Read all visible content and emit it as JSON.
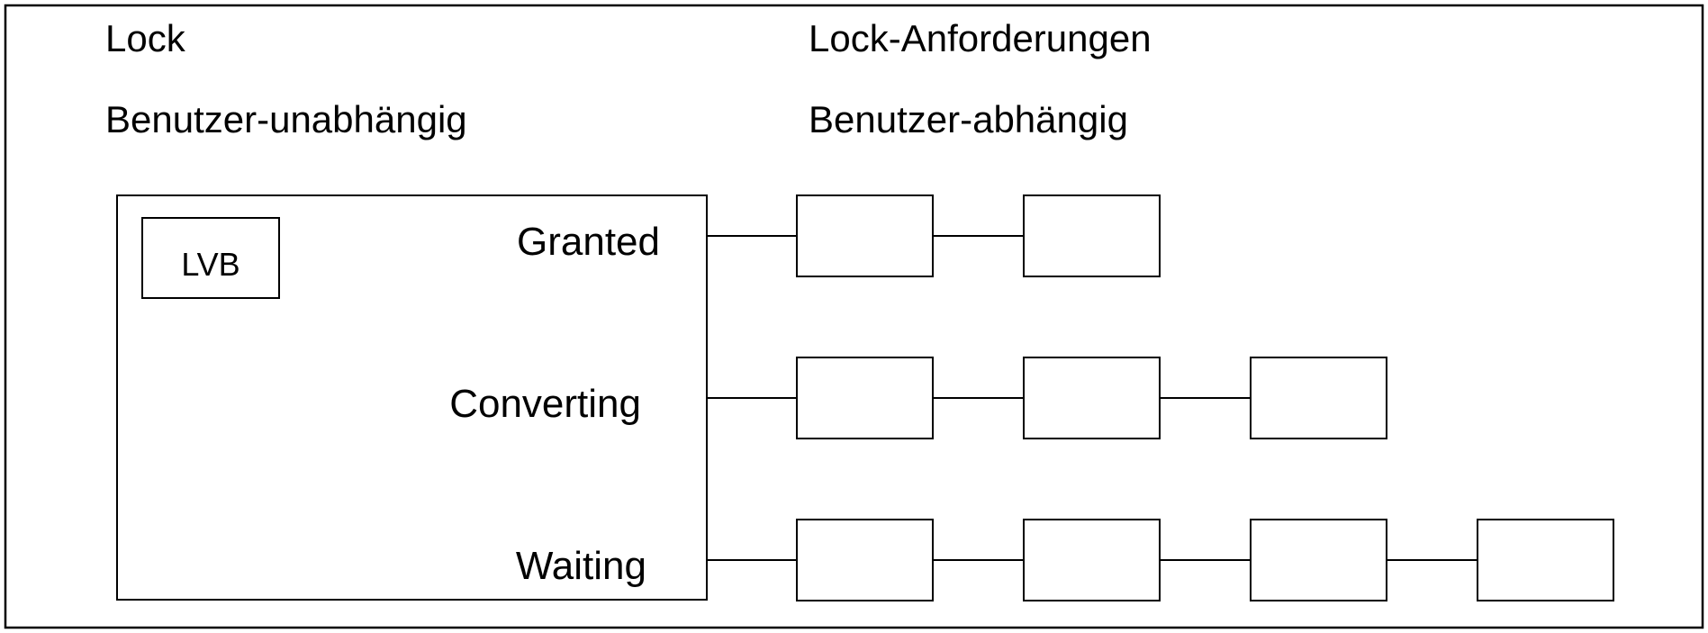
{
  "header": {
    "left_title": "Lock",
    "left_subtitle": "Benutzer-unabhängig",
    "right_title": "Lock-Anforderungen",
    "right_subtitle": "Benutzer-abhängig"
  },
  "lock": {
    "lvb_label": "LVB"
  },
  "queues": [
    {
      "label": "Granted",
      "request_count": 2
    },
    {
      "label": "Converting",
      "request_count": 3
    },
    {
      "label": "Waiting",
      "request_count": 4
    }
  ]
}
